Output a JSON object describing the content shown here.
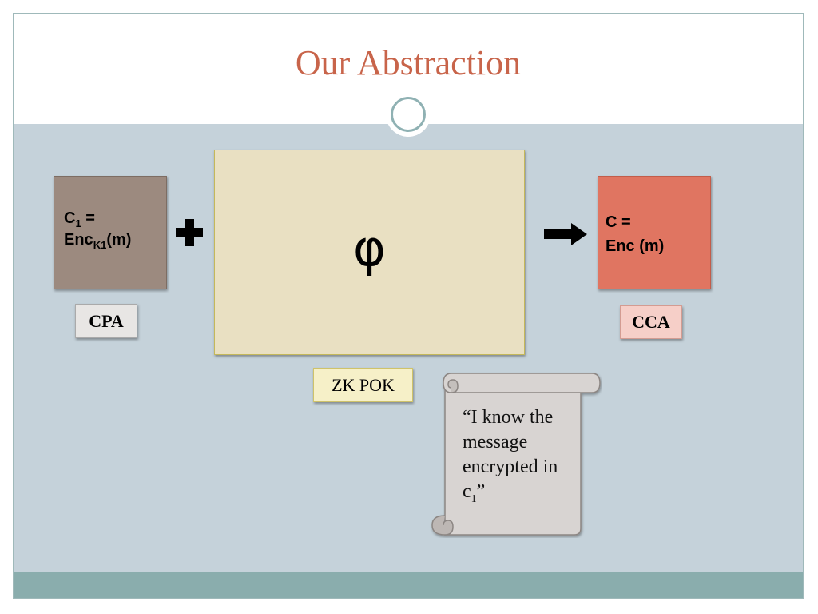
{
  "title": "Our Abstraction",
  "colors": {
    "title": "#c8644a",
    "content_bg": "#c5d2da",
    "footer_bar": "#8aadad",
    "box_c1": "#9c8a7f",
    "box_phi": "#e9e0c2",
    "box_c": "#e07561"
  },
  "left_box": {
    "line1_main": "C",
    "line1_sub": "1",
    "line1_rest": " =",
    "line2_main": "Enc",
    "line2_sub": "K1",
    "line2_rest": "(m)",
    "label": "CPA"
  },
  "plus_icon": "plus-icon",
  "center_box": {
    "symbol": "φ",
    "label": "ZK POK"
  },
  "arrow_icon": "right-arrow-icon",
  "right_box": {
    "line1": "C =",
    "line2": "Enc (m)",
    "label": "CCA"
  },
  "scroll": {
    "icon": "scroll-icon",
    "text_main": "“I know the message encrypted in c",
    "text_sub": "1",
    "text_end": "”"
  }
}
